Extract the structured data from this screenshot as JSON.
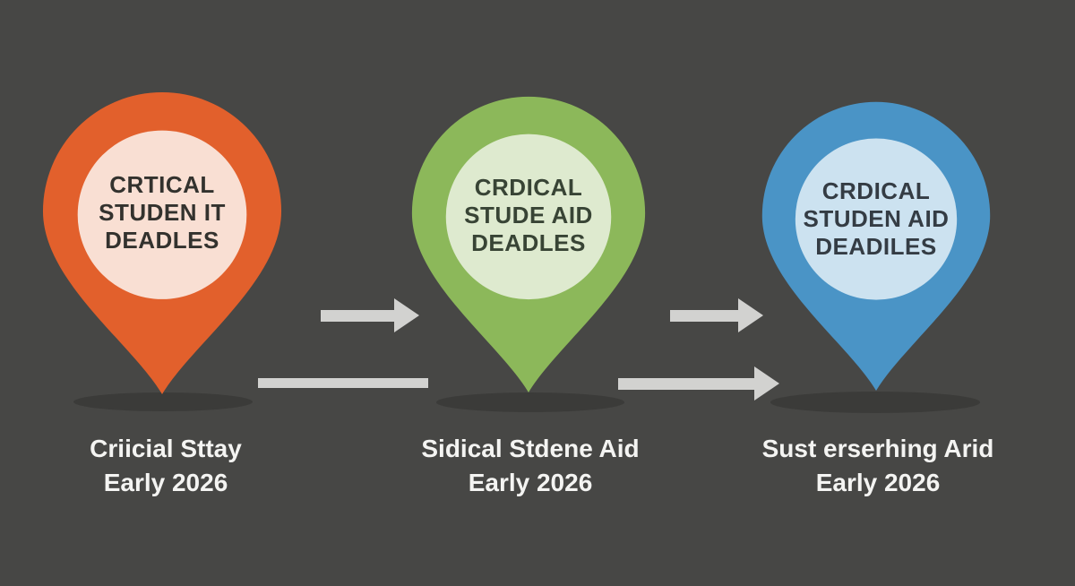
{
  "background_color": "#474745",
  "arrow_color": "#d2d2d0",
  "shadow_color": "#3b3b39",
  "caption_text_color": "#f4f4f2",
  "pins": [
    {
      "id": "orange-pin",
      "color": "#e2602c",
      "inner_color": "#f9dfd3",
      "text_color": "#33322e",
      "title_lines": [
        "CRTICAL",
        "STUDEN IT",
        "DEADLES"
      ],
      "caption_line1": "Criicial Sttay",
      "caption_line2": "Early 2026"
    },
    {
      "id": "green-pin",
      "color": "#8cb85a",
      "inner_color": "#deeacf",
      "text_color": "#384435",
      "title_lines": [
        "CRDICAL",
        "STUDE AID",
        "DEADLES"
      ],
      "caption_line1": "Sidical Stdene Aid",
      "caption_line2": "Early 2026"
    },
    {
      "id": "blue-pin",
      "color": "#4a94c6",
      "inner_color": "#cce2f0",
      "text_color": "#343c44",
      "title_lines": [
        "CRDICAL",
        "STUDEN AID",
        "DEADILES"
      ],
      "caption_line1": "Sust erserhing Arid",
      "caption_line2": "Early 2026"
    }
  ]
}
